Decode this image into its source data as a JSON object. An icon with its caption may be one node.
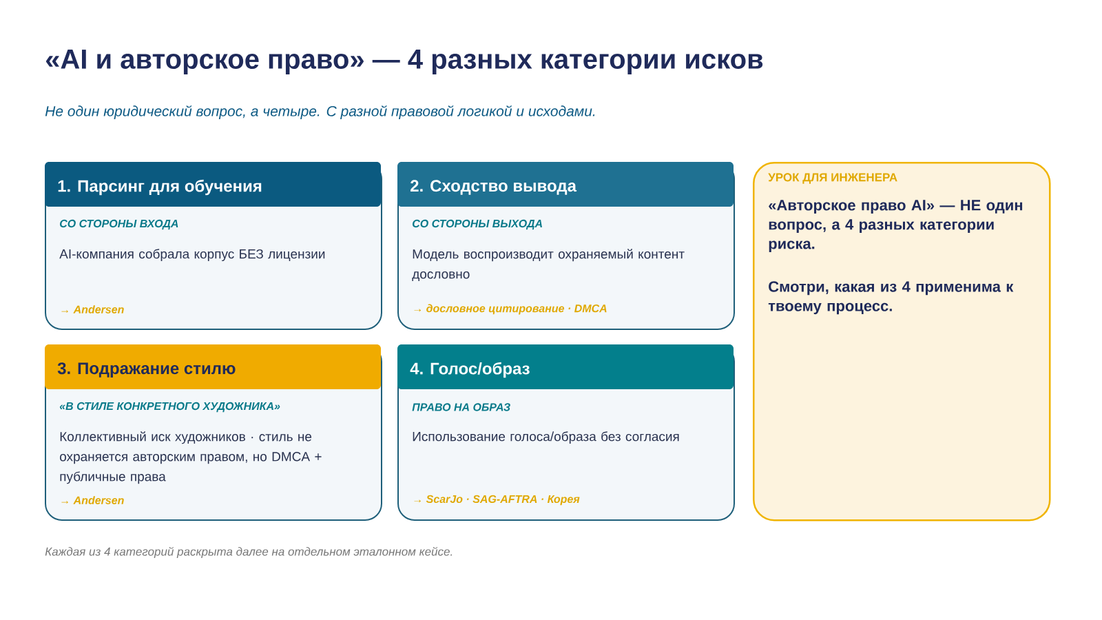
{
  "diagram": {
    "title": "«AI и авторское право» — 4 разных категории исков",
    "caption": "Каждая из 4 категорий раскрыта далее на отдельном эталонном кейсе.",
    "labels": [
      "Не один юридический вопрос, а четыре. С разной правовой логикой и исходами."
    ],
    "nodes": [
      {
        "text": [
          "1. Парсинг для обучения",
          "СО СТОРОНЫ ВХОДА",
          "AI-компания собрала корпус БЕЗ лицензии",
          "→ Andersen"
        ]
      },
      {
        "text": [
          "2. Сходство вывода",
          "СО СТОРОНЫ ВЫХОДА",
          "Модель воспроизводит охраняемый контент дословно",
          "→ дословное цитирование · DMCA"
        ]
      },
      {
        "text": [
          "3. Подражание стилю",
          "«В СТИЛЕ КОНКРЕТНОГО ХУДОЖНИКА»",
          "Коллективный иск художников · стиль не охраняется авторским правом, но DMCA + публичные права",
          "→ Andersen"
        ]
      },
      {
        "text": [
          "4. Голос/образ",
          "ПРАВО НА ОБРАЗ",
          "Использование голоса/образа без согласия",
          "→ ScarJo · SAG-AFTRA · Корея"
        ]
      },
      {
        "text": [
          "УРОК ДЛЯ ИНЖЕНЕРА",
          "«Авторское право AI» — НЕ один вопрос, а 4 разных категории риска.",
          "Смотри, какая из 4 применима к твоему процесс."
        ]
      }
    ]
  }
}
